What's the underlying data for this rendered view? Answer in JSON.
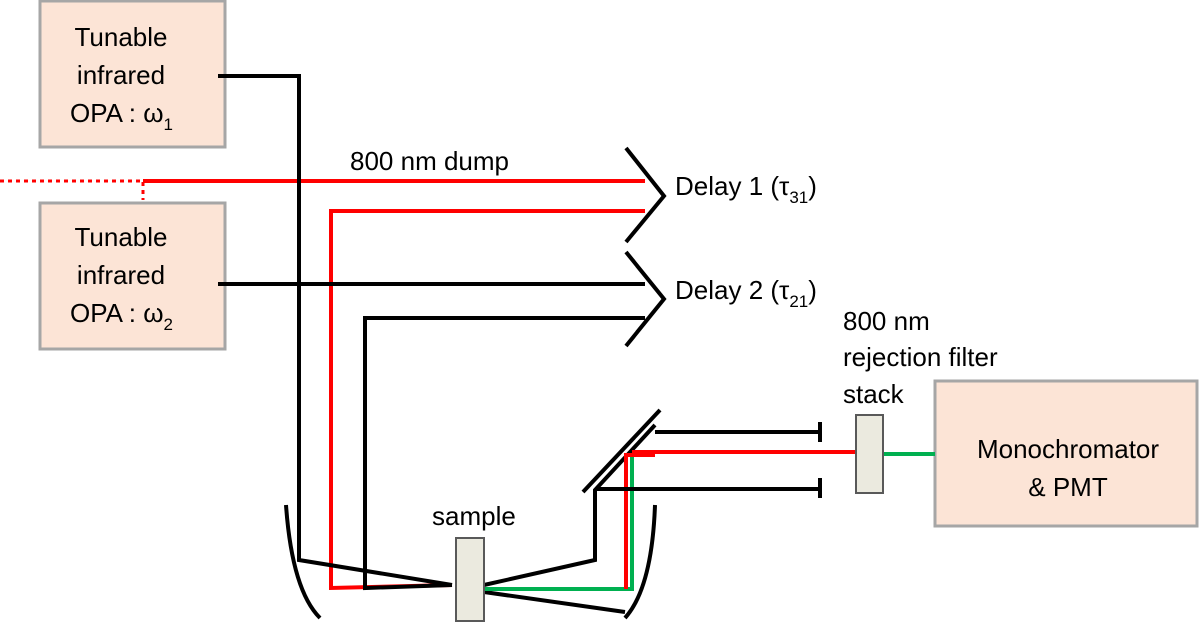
{
  "opa1": {
    "line1": "Tunable",
    "line2": "infrared",
    "line3": "OPA : ω",
    "sub": "1"
  },
  "opa2": {
    "line1": "Tunable",
    "line2": "infrared",
    "line3": "OPA : ω",
    "sub": "2"
  },
  "dump_label": "800 nm dump",
  "delay1": {
    "text": "Delay 1 (τ",
    "sub": "31",
    "close": ")"
  },
  "delay2": {
    "text": "Delay 2 (τ",
    "sub": "21",
    "close": ")"
  },
  "filter": {
    "line1": "800 nm",
    "line2": "rejection filter",
    "line3": "stack"
  },
  "mono": {
    "line1": "Monochromator",
    "line2": "& PMT"
  },
  "sample_label": "sample",
  "colors": {
    "beam_red": "#ff0000",
    "beam_green": "#00b050",
    "beam_black": "#000000",
    "box_fill": "#fce4d6"
  }
}
